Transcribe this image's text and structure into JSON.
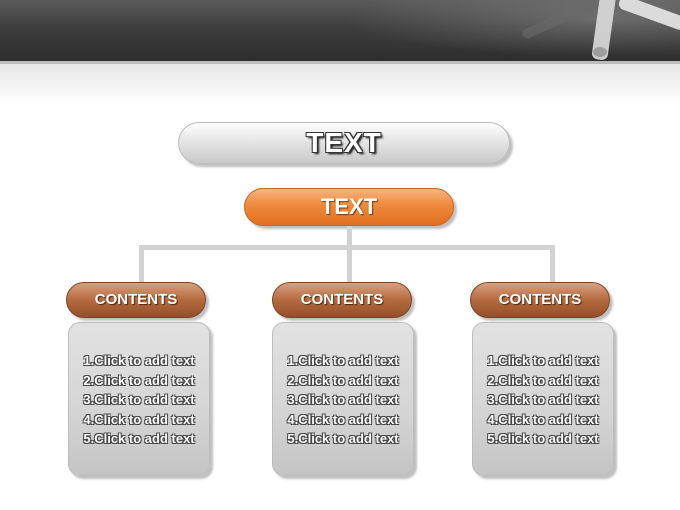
{
  "title": "TEXT",
  "subtitle": "TEXT",
  "columns": [
    {
      "heading": "CONTENTS",
      "items": [
        "1.Click to add text",
        "2.Click to add text",
        "3.Click to add text",
        "4.Click to add text",
        "5.Click to add text"
      ]
    },
    {
      "heading": "CONTENTS",
      "items": [
        "1.Click to add text",
        "2.Click to add text",
        "3.Click to add text",
        "4.Click to add text",
        "5.Click to add text"
      ]
    },
    {
      "heading": "CONTENTS",
      "items": [
        "1.Click to add text",
        "2.Click to add text",
        "3.Click to add text",
        "4.Click to add text",
        "5.Click to add text"
      ]
    }
  ],
  "colors": {
    "accent_orange": "#ee8a3c",
    "contents_brown": "#b46a3f",
    "box_gray": "#d4d4d4",
    "header_dark": "#3f3f3f"
  },
  "icons": [
    "cigarette-decoration-icon"
  ]
}
